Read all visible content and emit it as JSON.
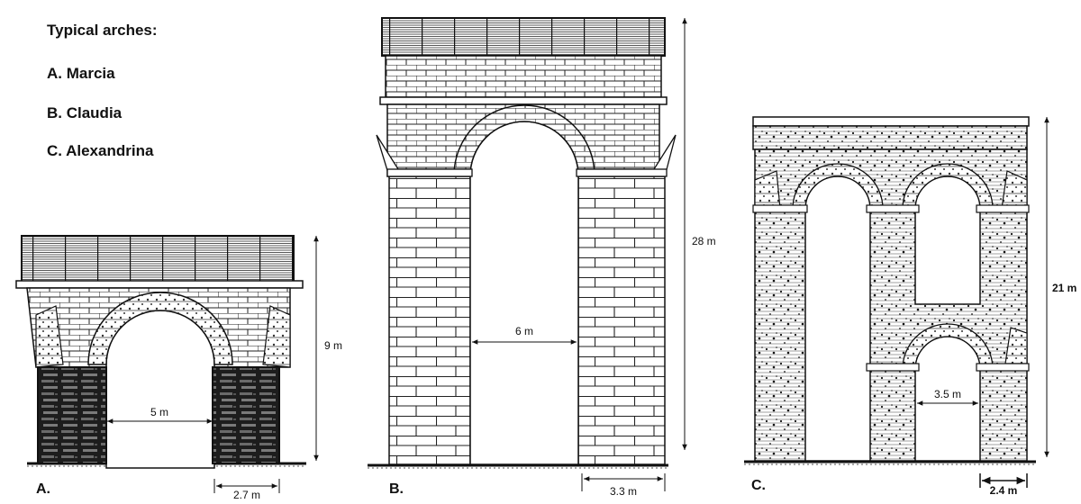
{
  "legend": {
    "title": "Typical arches:",
    "items": [
      "A.  Marcia",
      "B.  Claudia",
      "C.  Alexandrina"
    ]
  },
  "arches": [
    {
      "id": "A.",
      "height": "9 m",
      "span": "5 m",
      "pier": "2.7 m"
    },
    {
      "id": "B.",
      "height": "28 m",
      "span": "6 m",
      "pier": "3.3 m"
    },
    {
      "id": "C.",
      "height": "21 m",
      "span": "3.5 m",
      "pier": "2.4 m"
    }
  ]
}
